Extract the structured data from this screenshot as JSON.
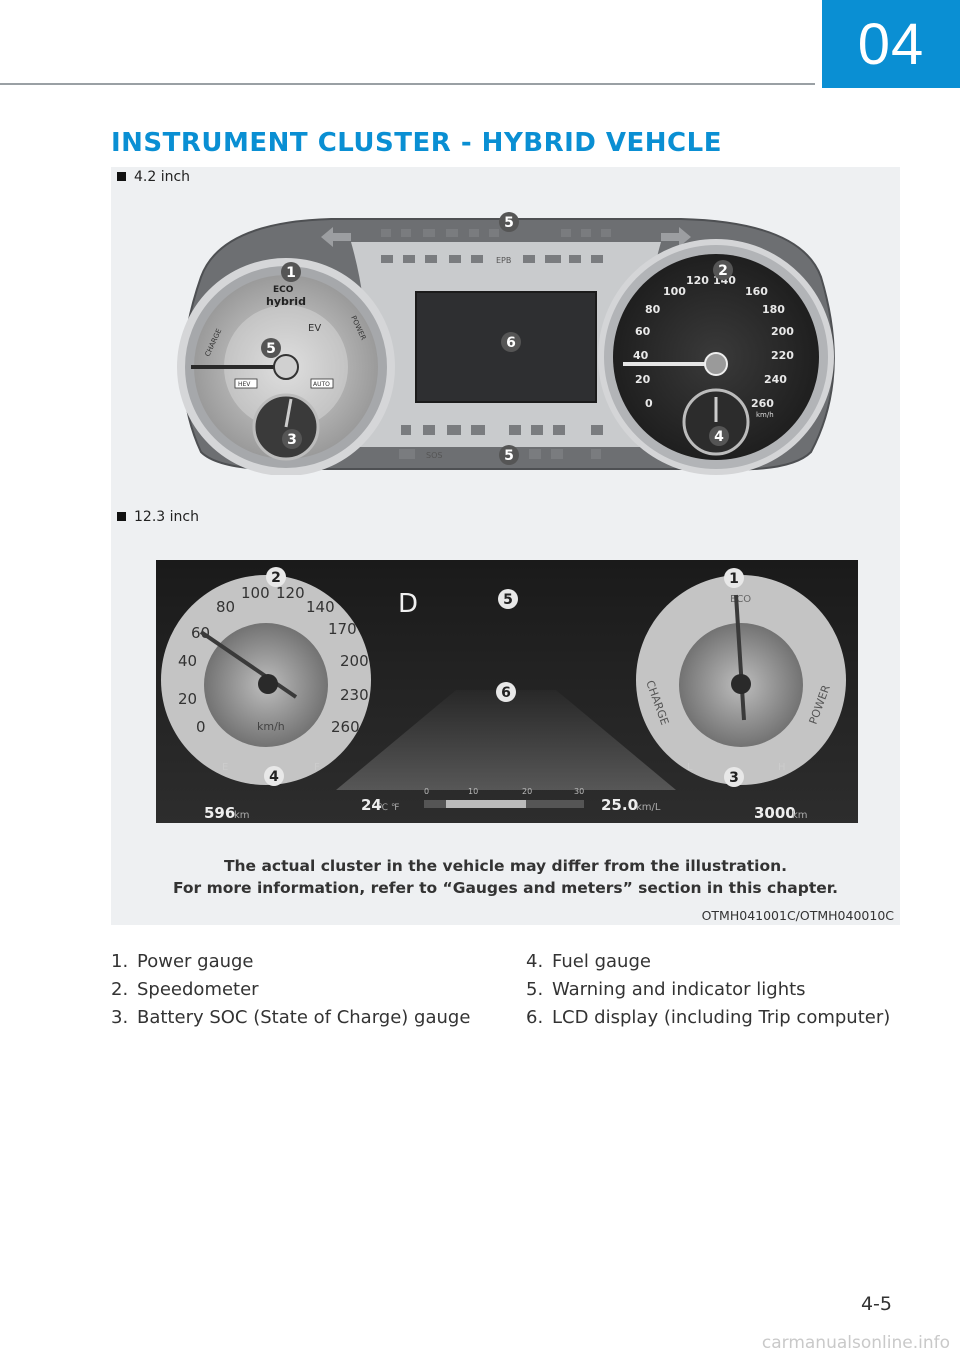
{
  "chapter": "04",
  "section_title": "INSTRUMENT CLUSTER - HYBRID VEHCLE",
  "figure": {
    "label_1": "4.2 inch",
    "label_2": "12.3 inch",
    "caption_line1": "The actual cluster in the vehicle may differ from the illustration.",
    "caption_line2": "For more information, refer to “Gauges and meters” section in this chapter.",
    "code": "OTMH041001C/OTMH040010C",
    "cluster1": {
      "eco": "ECO",
      "hybrid": "hybrid",
      "ev": "EV",
      "charge": "CHARGE",
      "power": "POWER",
      "hev": "HEV",
      "auto": "AUTO",
      "sos": "SOS",
      "epb": "EPB",
      "kmh": "km/h",
      "speeds": [
        "0",
        "20",
        "40",
        "60",
        "80",
        "100",
        "120",
        "140",
        "160",
        "180",
        "200",
        "220",
        "240",
        "260"
      ],
      "callouts": [
        "1",
        "2",
        "3",
        "4",
        "5",
        "5",
        "5",
        "6"
      ]
    },
    "cluster2": {
      "gear": "D",
      "speeds": [
        "0",
        "20",
        "40",
        "60",
        "80",
        "100",
        "120",
        "140",
        "170",
        "200",
        "230",
        "260"
      ],
      "kmh": "km/h",
      "range": "596",
      "range_unit": "km",
      "temp": "24",
      "temp_unit": "℃ ℉",
      "scale": [
        "0",
        "10",
        "20",
        "30"
      ],
      "efficiency": "25.0",
      "eff_unit": "km/L",
      "odo": "3000",
      "odo_unit": "km",
      "eco": "ECO",
      "charge": "CHARGE",
      "power": "POWER",
      "e": "E",
      "f": "F",
      "l": "L",
      "h": "H",
      "callouts": [
        "1",
        "2",
        "3",
        "4",
        "5",
        "6"
      ]
    }
  },
  "legend": {
    "left": [
      {
        "num": "1.",
        "text": "Power gauge"
      },
      {
        "num": "2.",
        "text": "Speedometer"
      },
      {
        "num": "3.",
        "text": "Battery SOC (State of Charge) gauge"
      }
    ],
    "right": [
      {
        "num": "4.",
        "text": "Fuel gauge"
      },
      {
        "num": "5.",
        "text": "Warning and indicator lights"
      },
      {
        "num": "6.",
        "text": "LCD display (including Trip computer)"
      }
    ]
  },
  "page_number": "4-5",
  "watermark": "carmanualsonline.info"
}
